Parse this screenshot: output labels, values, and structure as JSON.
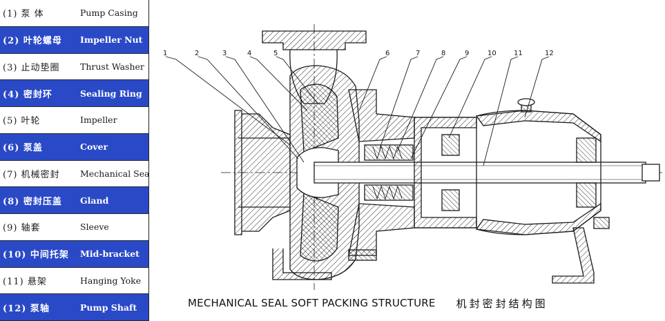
{
  "legend": [
    {
      "zh": "(1) 泵 体",
      "en": "Pump Casing"
    },
    {
      "zh": "(2) 叶轮螺母",
      "en": "Impeller Nut"
    },
    {
      "zh": "(3) 止动垫圈",
      "en": "Thrust Washer"
    },
    {
      "zh": "(4) 密封环",
      "en": "Sealing Ring"
    },
    {
      "zh": "(5) 叶轮",
      "en": "Impeller"
    },
    {
      "zh": "(6) 泵盖",
      "en": "Cover"
    },
    {
      "zh": "(7) 机械密封",
      "en": "Mechanical Sea"
    },
    {
      "zh": "(8) 密封压盖",
      "en": "Gland"
    },
    {
      "zh": "(9) 轴套",
      "en": "Sleeve"
    },
    {
      "zh": "(10) 中间托架",
      "en": "Mid-bracket"
    },
    {
      "zh": "(11) 悬架",
      "en": "Hanging Yoke"
    },
    {
      "zh": "(12) 泵轴",
      "en": "Pump Shaft"
    }
  ],
  "callouts": [
    "1",
    "2",
    "3",
    "4",
    "5",
    "6",
    "7",
    "8",
    "9",
    "10",
    "11",
    "12"
  ],
  "caption": {
    "en": "MECHANICAL SEAL SOFT PACKING STRUCTURE",
    "zh": "机封密封结构图"
  }
}
